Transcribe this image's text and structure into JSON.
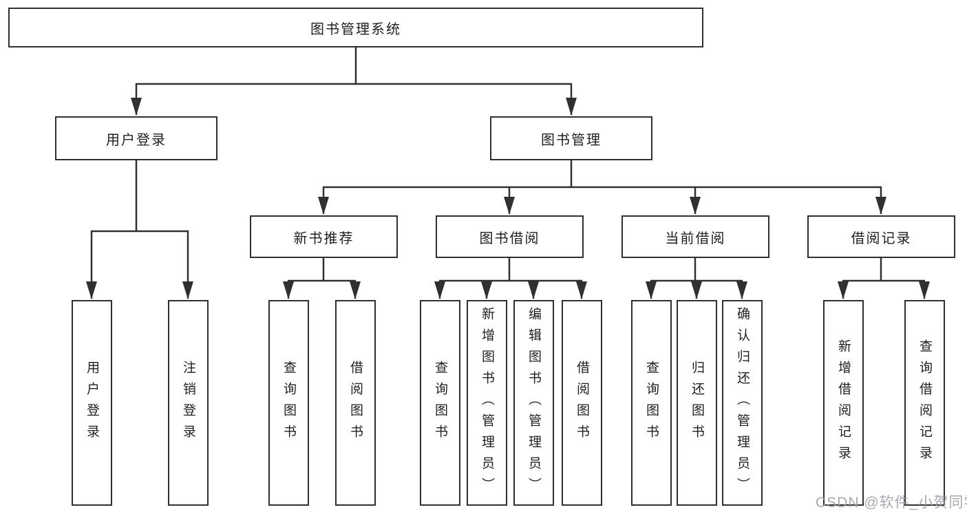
{
  "colors": {
    "background": "#ffffff",
    "line": "#303030",
    "box_border": "#2f2f2f",
    "box_fill": "#ffffff",
    "text": "#1f1f1f",
    "watermark": "#9e9fa8"
  },
  "diagram": {
    "root": {
      "label": "图书管理系统"
    },
    "branches": [
      {
        "label": "用户登录",
        "children": [
          {
            "label": "用户登录"
          },
          {
            "label": "注销登录"
          }
        ]
      },
      {
        "label": "图书管理",
        "children": [
          {
            "label": "新书推荐",
            "children": [
              {
                "label": "查询图书"
              },
              {
                "label": "借阅图书"
              }
            ]
          },
          {
            "label": "图书借阅",
            "children": [
              {
                "label": "查询图书"
              },
              {
                "label": "新增图书（管理员）"
              },
              {
                "label": "编辑图书（管理员）"
              },
              {
                "label": "借阅图书"
              }
            ]
          },
          {
            "label": "当前借阅",
            "children": [
              {
                "label": "查询图书"
              },
              {
                "label": "归还图书"
              },
              {
                "label": "确认归还（管理员）"
              }
            ]
          },
          {
            "label": "借阅记录",
            "children": [
              {
                "label": "新增借阅记录"
              },
              {
                "label": "查询借阅记录"
              }
            ]
          }
        ]
      }
    ]
  },
  "watermark": {
    "text": "CSDN @软件_小贺同学"
  }
}
